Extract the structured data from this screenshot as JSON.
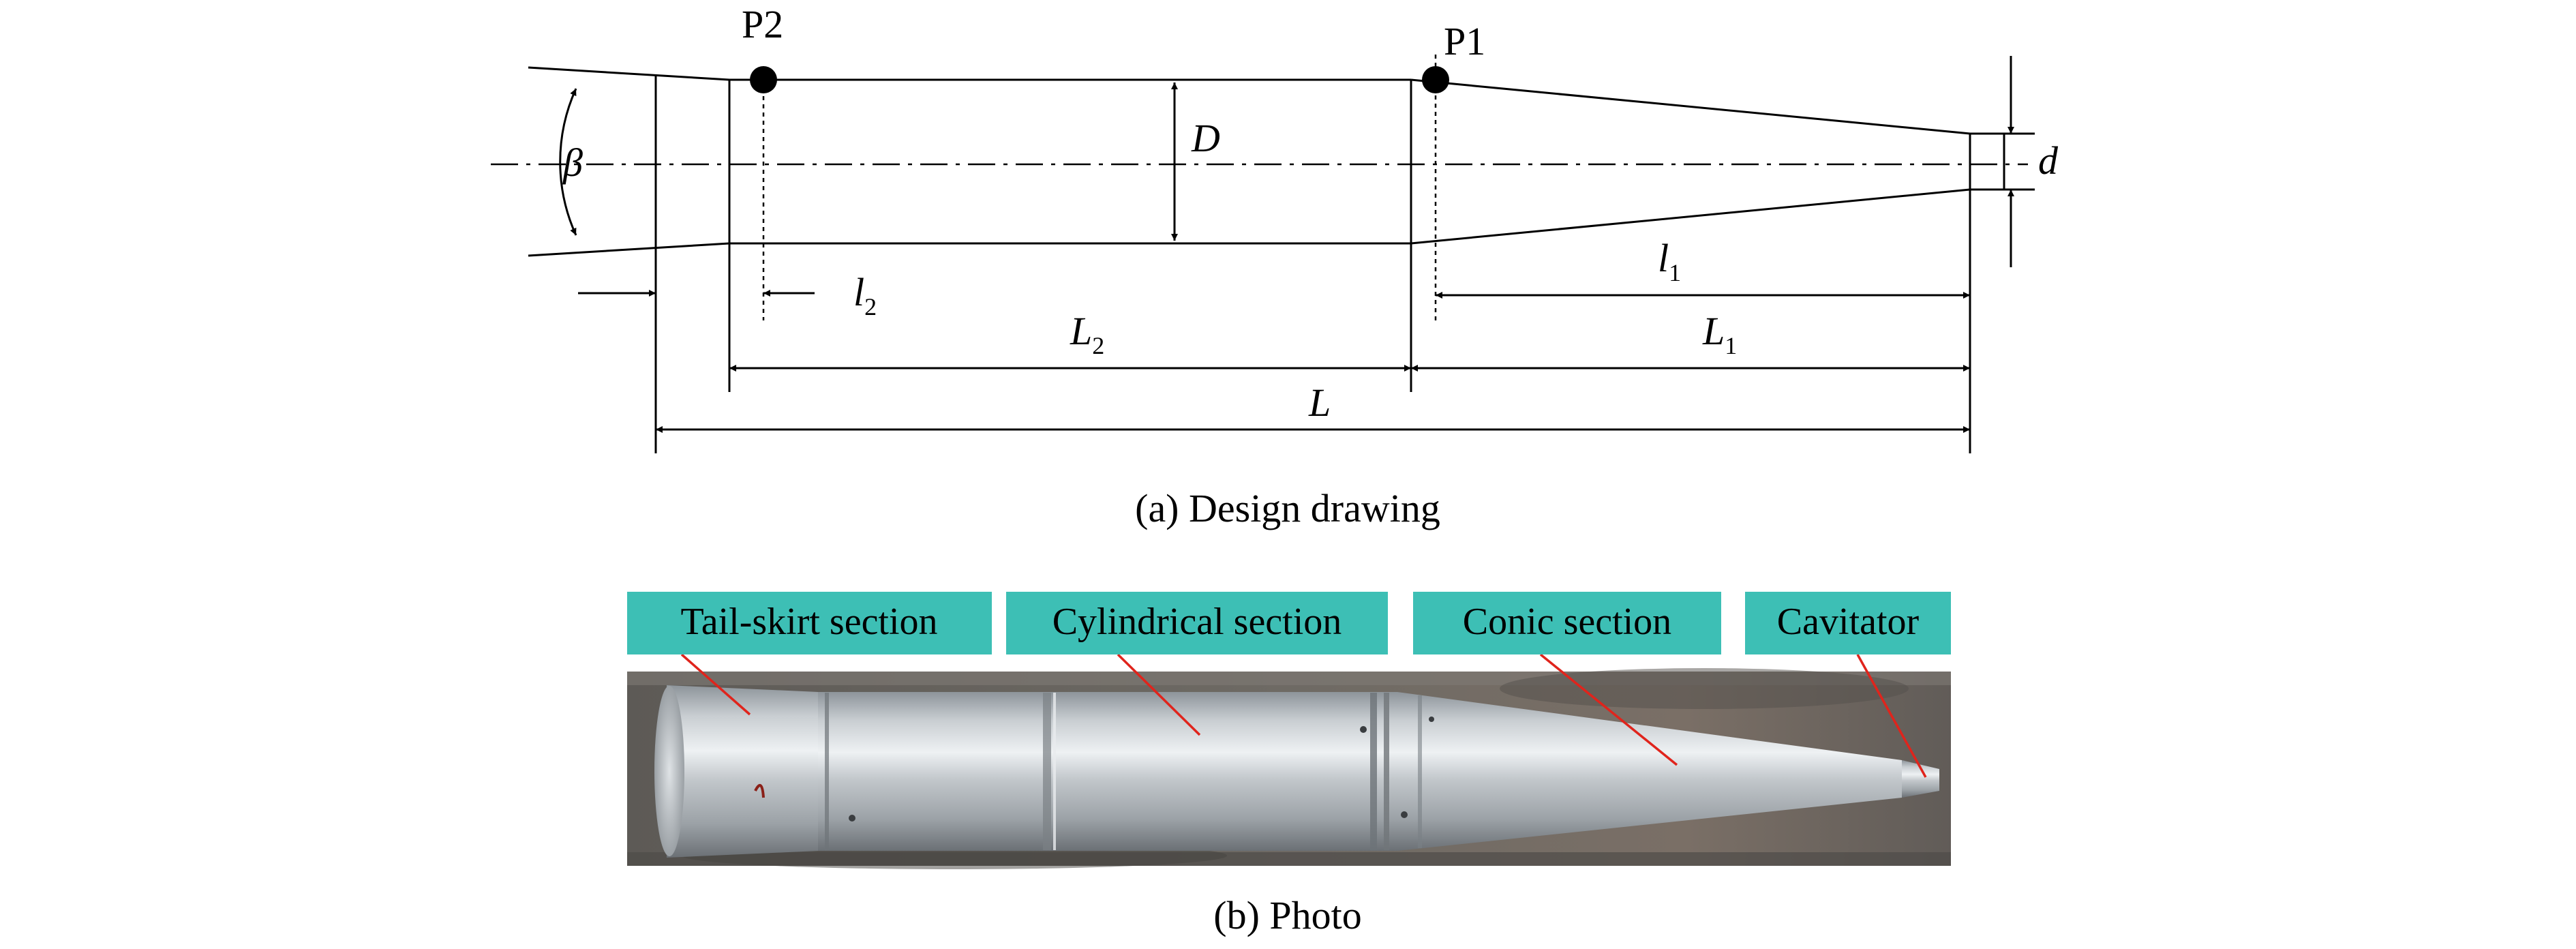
{
  "drawing": {
    "points": {
      "p2": "P2",
      "p1": "P1"
    },
    "symbols": {
      "beta": "β",
      "D": "D",
      "d": "d",
      "l": "l",
      "L": "L",
      "sub1": "1",
      "sub2": "2"
    },
    "caption": "(a) Design drawing"
  },
  "photo": {
    "labels": {
      "tail_skirt": "Tail-skirt section",
      "cylindrical": "Cylindrical section",
      "conic": "Conic section",
      "cavitator": "Cavitator"
    },
    "label_bg_color": "#3dbfb5",
    "leader_line_color": "#e0241c",
    "caption": "(b) Photo"
  }
}
